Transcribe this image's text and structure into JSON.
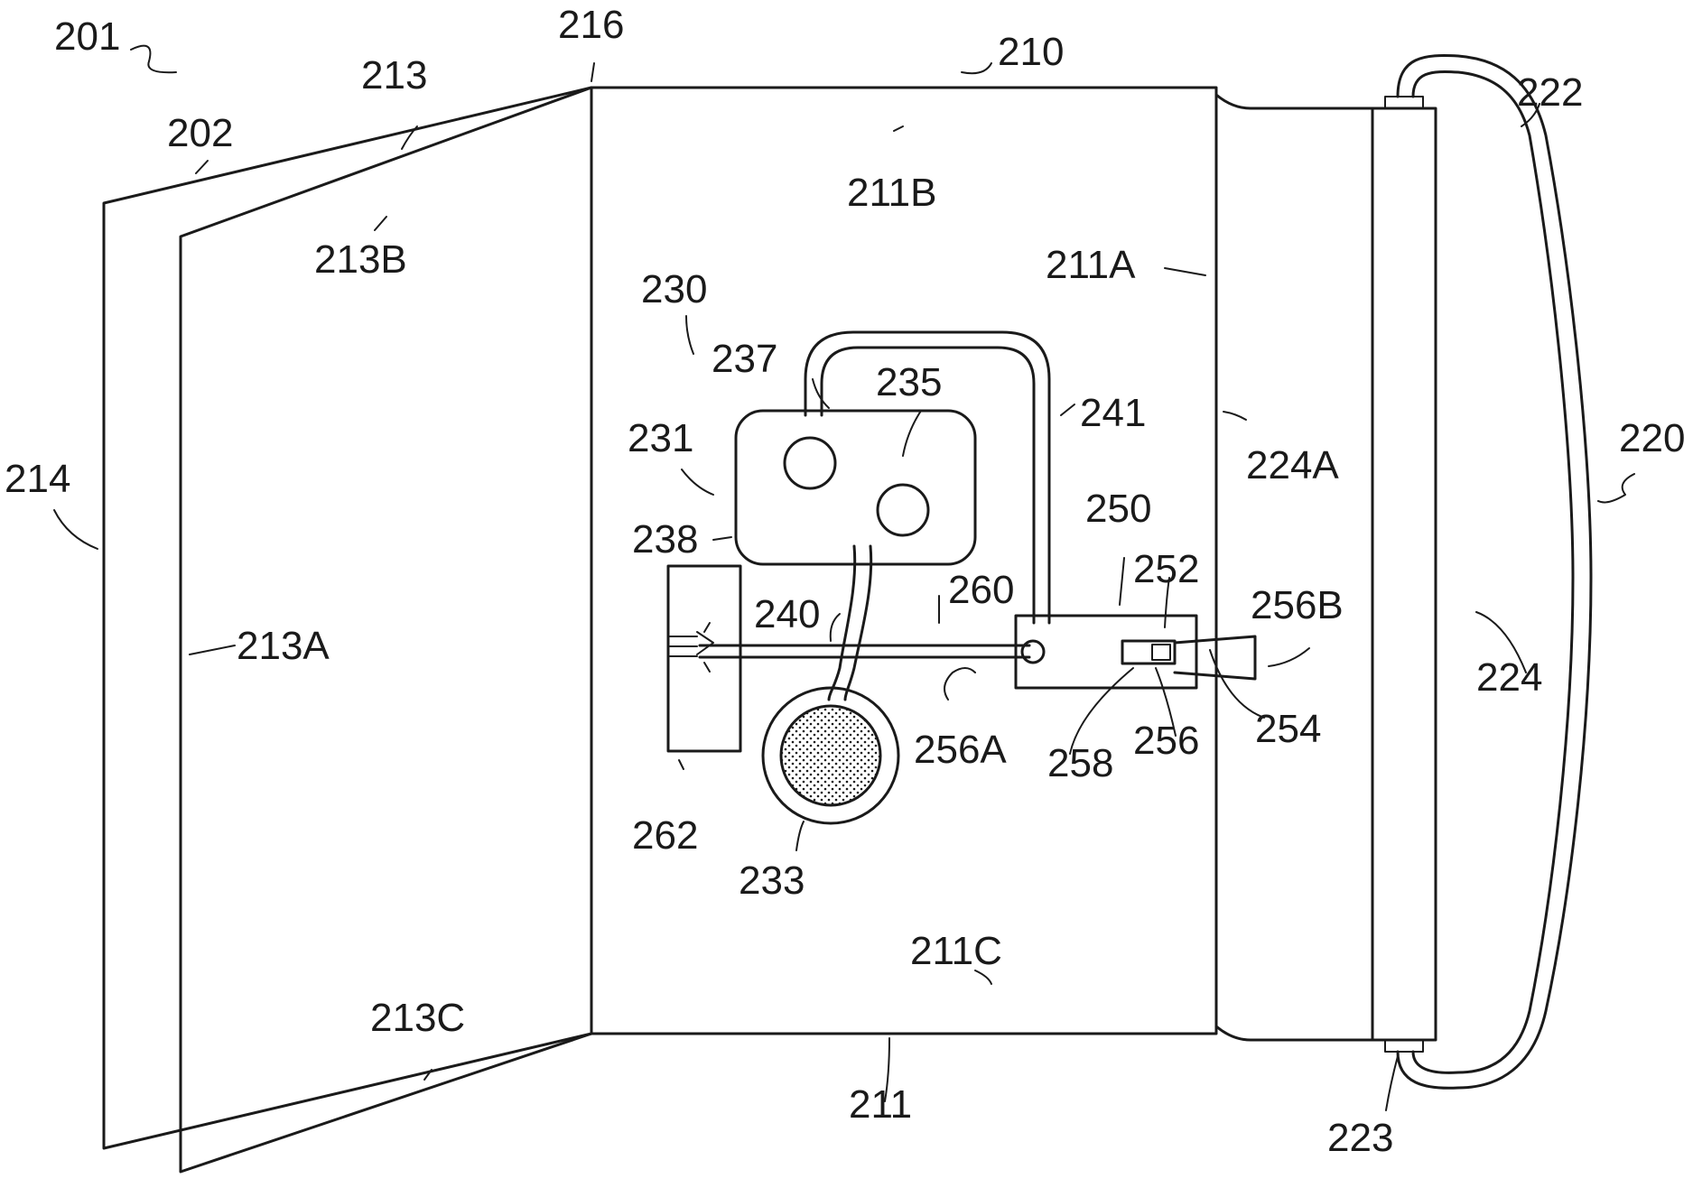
{
  "labels": {
    "l201": "201",
    "l202": "202",
    "l213": "213",
    "l216": "216",
    "l210": "210",
    "l213B": "213B",
    "l211B": "211B",
    "l222": "222",
    "l230": "230",
    "l211A": "211A",
    "l237": "237",
    "l235": "235",
    "l241": "241",
    "l231": "231",
    "l214": "214",
    "l224A": "224A",
    "l220": "220",
    "l250": "250",
    "l238": "238",
    "l252": "252",
    "l260": "260",
    "l256B": "256B",
    "l240": "240",
    "l213A": "213A",
    "l224": "224",
    "l254": "254",
    "l256": "256",
    "l256A": "256A",
    "l258": "258",
    "l262": "262",
    "l233": "233",
    "l211C": "211C",
    "l213C": "213C",
    "l211": "211",
    "l223": "223"
  }
}
